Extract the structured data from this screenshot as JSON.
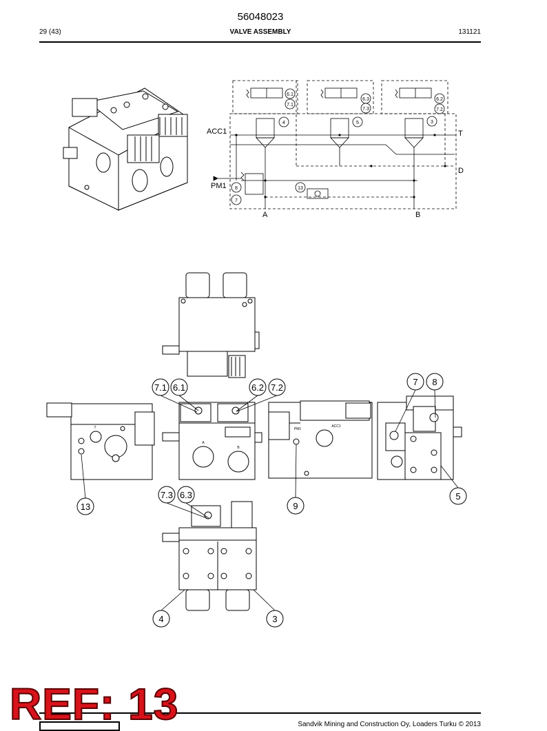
{
  "header": {
    "document_number": "56048023",
    "page": "29 (43)",
    "title": "VALVE ASSEMBLY",
    "date": "131121"
  },
  "schematic": {
    "ports": {
      "acc1": "ACC1",
      "pm1": "PM1",
      "t": "T",
      "d": "D",
      "a": "A",
      "b": "B"
    },
    "callouts": {
      "c61": "6.1",
      "c71": "7.1",
      "c63": "6.3",
      "c73": "7.3",
      "c62": "6.2",
      "c72": "7.2",
      "c4": "4",
      "c5": "5",
      "c3": "3",
      "c8": "8",
      "c7": "7",
      "c13": "13"
    }
  },
  "views": {
    "callouts": {
      "v71": "7.1",
      "v61": "6.1",
      "v62": "6.2",
      "v72": "7.2",
      "v7": "7",
      "v8": "8",
      "v13": "13",
      "v9": "9",
      "v5": "5",
      "v73": "7.3",
      "v63": "6.3",
      "v4": "4",
      "v3": "3"
    },
    "engravings": {
      "t": "T",
      "a": "A",
      "b": "B",
      "pm1": "PM1",
      "acc1": "ACC1"
    }
  },
  "footer": {
    "copyright": "Sandvik Mining and Construction Oy, Loaders Turku © 2013",
    "reference": "REF: 13"
  }
}
